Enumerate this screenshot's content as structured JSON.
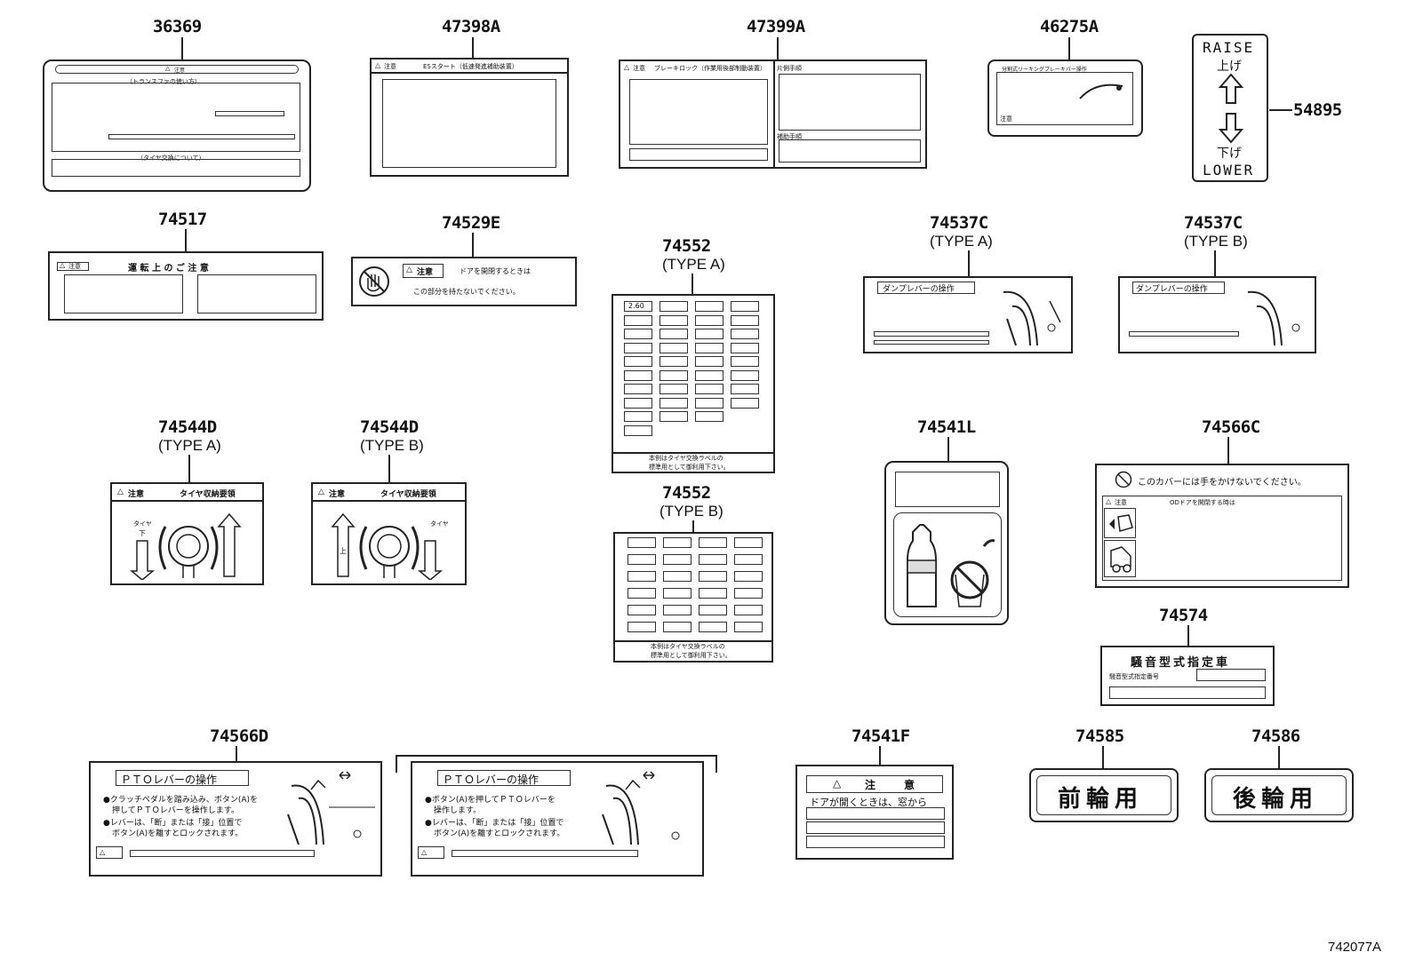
{
  "parts": [
    {
      "id": "p36369",
      "number": "36369"
    },
    {
      "id": "p47398a",
      "number": "47398A"
    },
    {
      "id": "p47399a",
      "number": "47399A"
    },
    {
      "id": "p46275a",
      "number": "46275A"
    },
    {
      "id": "p54895",
      "number": "54895"
    },
    {
      "id": "p74517",
      "number": "74517"
    },
    {
      "id": "p74529e",
      "number": "74529E"
    },
    {
      "id": "p74552a",
      "number": "74552",
      "type": "(TYPE A)"
    },
    {
      "id": "p74537ca",
      "number": "74537C",
      "type": "(TYPE A)"
    },
    {
      "id": "p74537cb",
      "number": "74537C",
      "type": "(TYPE B)"
    },
    {
      "id": "p74544da",
      "number": "74544D",
      "type": "(TYPE A)"
    },
    {
      "id": "p74544db",
      "number": "74544D",
      "type": "(TYPE B)"
    },
    {
      "id": "p74552b",
      "number": "74552",
      "type": "(TYPE B)"
    },
    {
      "id": "p74541l",
      "number": "74541L"
    },
    {
      "id": "p74566c",
      "number": "74566C"
    },
    {
      "id": "p74574",
      "number": "74574"
    },
    {
      "id": "p74566d",
      "number": "74566D"
    },
    {
      "id": "p74541f",
      "number": "74541F"
    },
    {
      "id": "p74585",
      "number": "74585"
    },
    {
      "id": "p74586",
      "number": "74586"
    }
  ],
  "labels": {
    "l36369": {
      "warn": "注意",
      "sub1": "（トランスファの使い方）",
      "sub2": "（タイヤ交換について）"
    },
    "l47398a": {
      "warn": "注意",
      "title": "ESスタート（低速発進補助装置）"
    },
    "l47399a": {
      "warn": "注意",
      "title": "ブレーキロック（作業用後部制動装置）",
      "right1": "片側手順",
      "right2": "補助手順"
    },
    "l46275a": {
      "title": "分割式リーキングブレーキパー操作",
      "warn": "注意"
    },
    "l54895": {
      "raise": "RAISE",
      "raise_jp": "上げ",
      "lower_jp": "下げ",
      "lower": "LOWER"
    },
    "l74517": {
      "warn": "注意",
      "title": "運 転 上 の ご 注 意"
    },
    "l74529e": {
      "warn": "注意",
      "line1": "ドアを開閉するときは",
      "line2": "この部分を持たないでください。"
    },
    "l74552a": {
      "first_cell": "2.60",
      "footer1": "本例はタイヤ交換ラベルの",
      "footer2": "標準用として御利用下さい。"
    },
    "l74552b": {
      "footer1": "本例はタイヤ交換ラベルの",
      "footer2": "標準用として御利用下さい。"
    },
    "l74537c": {
      "title": "ダンプレバーの操作"
    },
    "l74544d": {
      "warn": "注意",
      "title": "タイヤ収納要領",
      "tire": "タイヤ",
      "down": "下",
      "up": "上"
    },
    "l74566c": {
      "header": "このカバーには手をかけないでください。",
      "warn": "注意",
      "sub": "ODドアを開閉する時は"
    },
    "l74574": {
      "title": "騒音型式指定車",
      "sub": "騒音型式指定番号"
    },
    "l74566d": {
      "title": "ＰＴＯレバーの操作",
      "a1": "●クラッチペダルを踏み込み、ボタン(A)を",
      "a2": "押してＰＴＯレバーを操作します。",
      "a3": "●レバーは、「断」または「接」位置で",
      "a4": "ボタン(A)を離すとロックされます。",
      "b1": "●ボタン(A)を押してＰＴＯレバーを",
      "b2": "操作します。",
      "b3": "●レバーは、「断」または「接」位置で",
      "b4": "ボタン(A)を離すとロックされます。"
    },
    "l74541f": {
      "warn": "注　意",
      "line1": "ドアが開くときは、窓から"
    },
    "l74585": {
      "text": "前輪用"
    },
    "l74586": {
      "text": "後輪用"
    }
  },
  "ref_code": "742077A"
}
